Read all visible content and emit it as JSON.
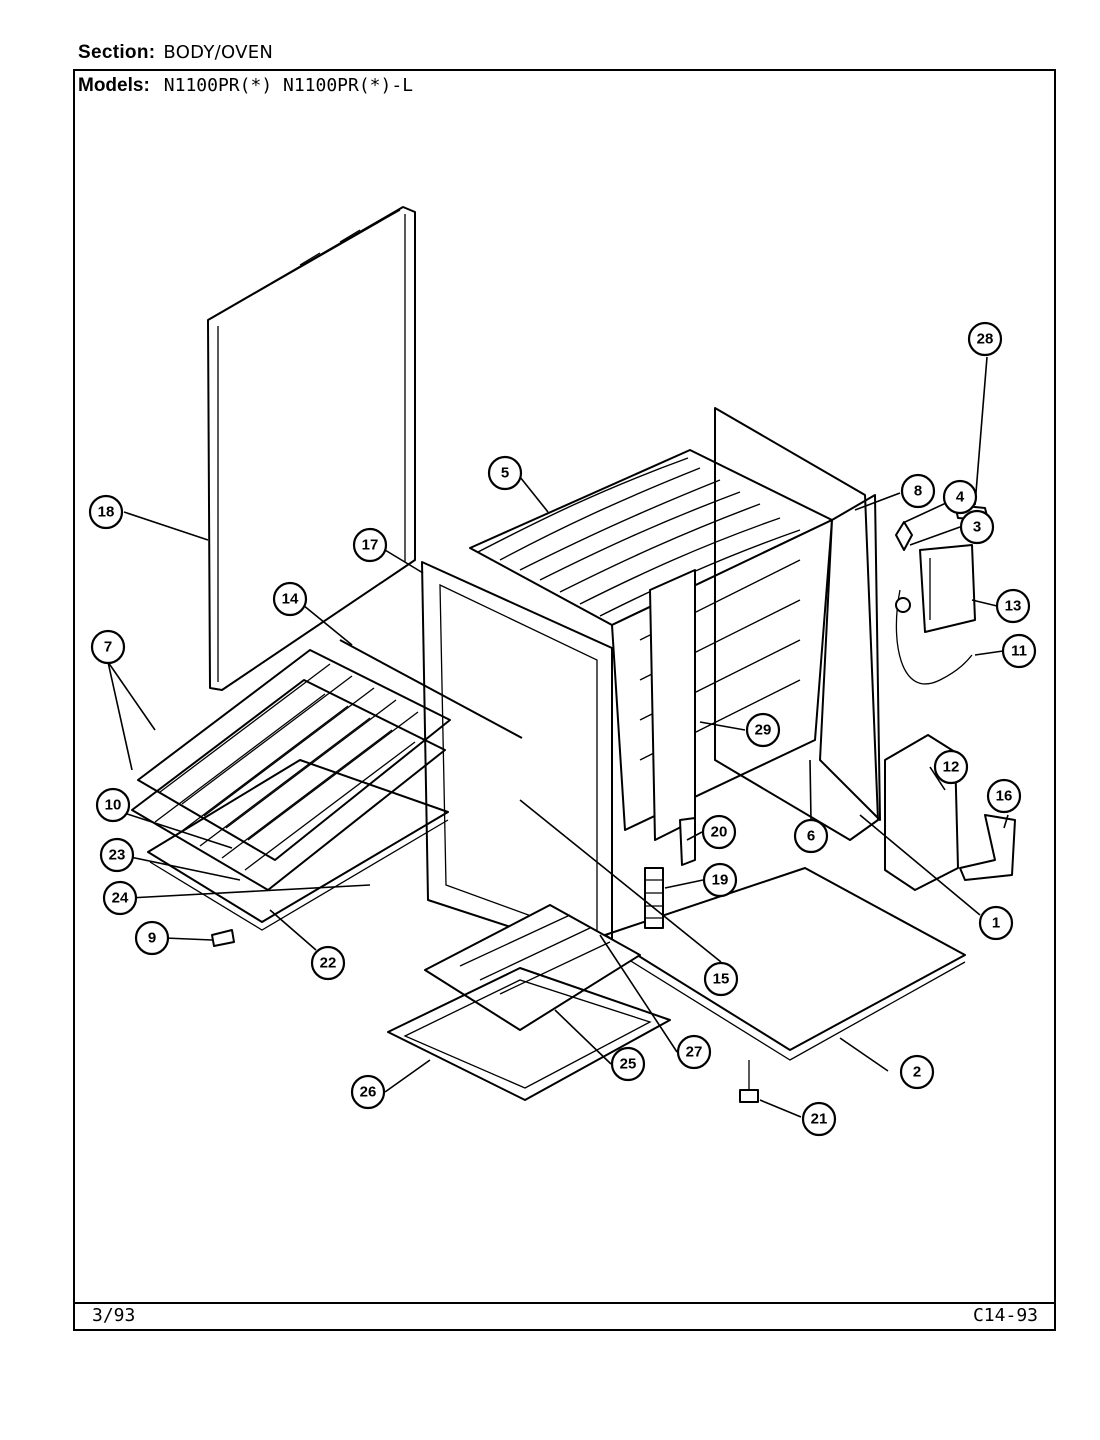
{
  "header": {
    "section_label": "Section:",
    "section_value": "BODY/OVEN",
    "models_label": "Models:",
    "models_value": "N1100PR(*) N1100PR(*)-L"
  },
  "footer": {
    "date": "3/93",
    "code": "C14-93"
  },
  "callouts": {
    "c1": "1",
    "c2": "2",
    "c3": "3",
    "c4": "4",
    "c5": "5",
    "c6": "6",
    "c7": "7",
    "c8": "8",
    "c9": "9",
    "c10": "10",
    "c11": "11",
    "c12": "12",
    "c13": "13",
    "c14": "14",
    "c15": "15",
    "c16": "16",
    "c17": "17",
    "c18": "18",
    "c19": "19",
    "c20": "20",
    "c21": "21",
    "c22": "22",
    "c23": "23",
    "c24": "24",
    "c25": "25",
    "c26": "26",
    "c27": "27",
    "c28": "28",
    "c29": "29"
  }
}
